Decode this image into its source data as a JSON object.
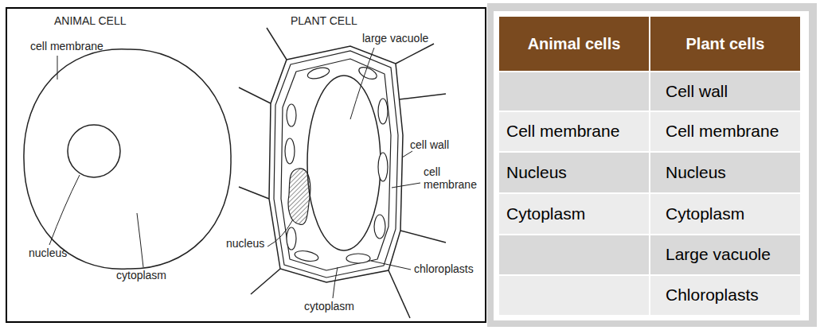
{
  "diagram": {
    "labels": [
      "ANIMAL CELL",
      "PLANT CELL",
      "cell membrane",
      "large vacuole",
      "cell wall",
      "cell membrane",
      "nucleus",
      "nucleus",
      "cytoplasm",
      "chloroplasts",
      "cytoplasm",
      "Animal cells",
      "Plant cells",
      "Cell wall",
      "Cell membrane",
      "Cell membrane",
      "Nucleus",
      "Nucleus",
      "Cytoplasm",
      "Cytoplasm",
      "Large vacuole",
      "Chloroplasts"
    ]
  }
}
